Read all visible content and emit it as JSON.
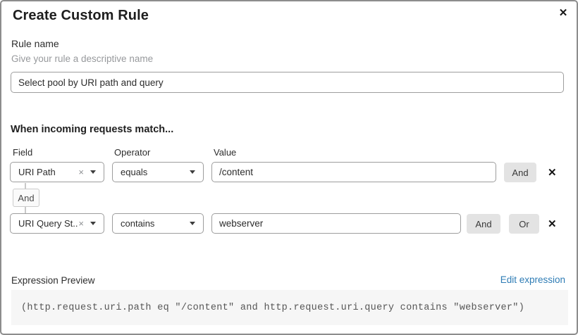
{
  "dialog": {
    "title": "Create Custom Rule",
    "close_icon": "✕"
  },
  "rule_name": {
    "label": "Rule name",
    "hint": "Give your rule a descriptive name",
    "value": "Select pool by URI path and query"
  },
  "matcher": {
    "heading": "When incoming requests match...",
    "columns": {
      "field": "Field",
      "operator": "Operator",
      "value": "Value"
    },
    "connector_label": "And",
    "rows": [
      {
        "field": "URI Path",
        "operator": "equals",
        "value": "/content",
        "and_label": "And",
        "clear_icon": "×",
        "remove_icon": "✕"
      },
      {
        "field": "URI Query St...",
        "operator": "contains",
        "value": "webserver",
        "and_label": "And",
        "or_label": "Or",
        "clear_icon": "×",
        "remove_icon": "✕"
      }
    ]
  },
  "expression_preview": {
    "label": "Expression Preview",
    "edit_link": "Edit expression",
    "expression": "(http.request.uri.path eq \"/content\" and http.request.uri.query contains \"webserver\")"
  },
  "colors": {
    "link_blue": "#2e7cb5",
    "button_gray": "#e3e3e3",
    "code_background": "#f6f6f6",
    "input_border": "#9d9d9d"
  }
}
